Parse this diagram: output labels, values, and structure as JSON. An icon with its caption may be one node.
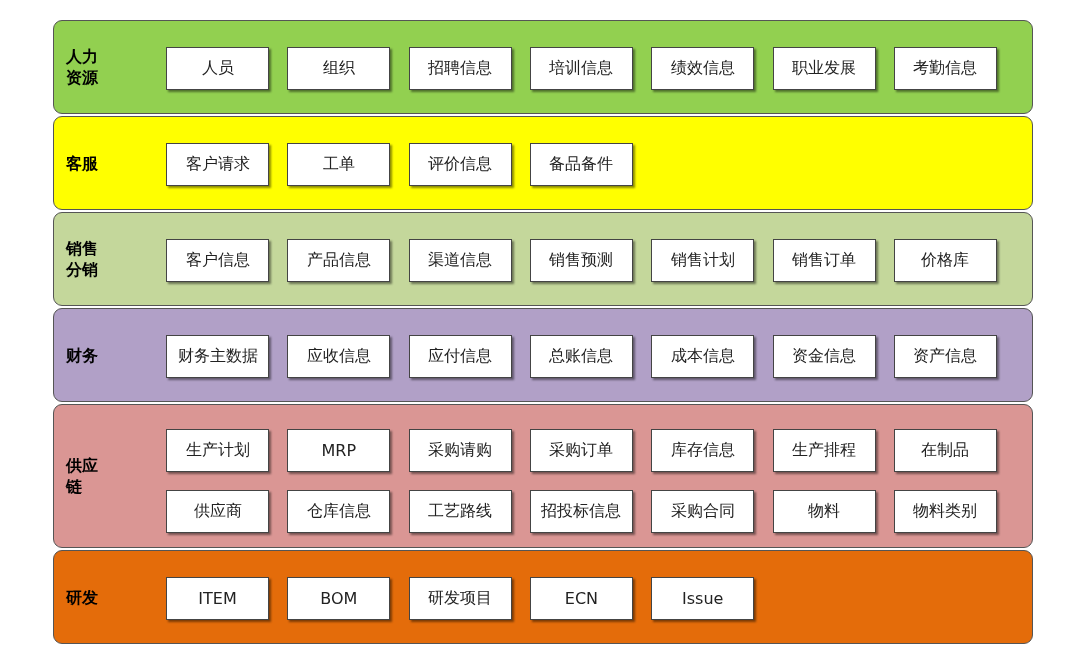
{
  "diagram": {
    "nodes": [
      {
        "text": [
          "人力资源"
        ]
      },
      {
        "text": [
          "人员"
        ],
        "in": 0
      },
      {
        "text": [
          "组织"
        ],
        "in": 0
      },
      {
        "text": [
          "招聘信息"
        ],
        "in": 0
      },
      {
        "text": [
          "培训信息"
        ],
        "in": 0
      },
      {
        "text": [
          "绩效信息"
        ],
        "in": 0
      },
      {
        "text": [
          "职业发展"
        ],
        "in": 0
      },
      {
        "text": [
          "考勤信息"
        ],
        "in": 0
      },
      {
        "text": [
          "客服"
        ]
      },
      {
        "text": [
          "客户请求"
        ],
        "in": 8
      },
      {
        "text": [
          "工单"
        ],
        "in": 8
      },
      {
        "text": [
          "评价信息"
        ],
        "in": 8
      },
      {
        "text": [
          "备品备件"
        ],
        "in": 8
      },
      {
        "text": [
          "销售分销"
        ]
      },
      {
        "text": [
          "客户信息"
        ],
        "in": 13
      },
      {
        "text": [
          "产品信息"
        ],
        "in": 13
      },
      {
        "text": [
          "渠道信息"
        ],
        "in": 13
      },
      {
        "text": [
          "销售预测"
        ],
        "in": 13
      },
      {
        "text": [
          "销售计划"
        ],
        "in": 13
      },
      {
        "text": [
          "销售订单"
        ],
        "in": 13
      },
      {
        "text": [
          "价格库"
        ],
        "in": 13
      },
      {
        "text": [
          "财务"
        ]
      },
      {
        "text": [
          "财务主数据"
        ],
        "in": 21
      },
      {
        "text": [
          "应收信息"
        ],
        "in": 21
      },
      {
        "text": [
          "应付信息"
        ],
        "in": 21
      },
      {
        "text": [
          "总账信息"
        ],
        "in": 21
      },
      {
        "text": [
          "成本信息"
        ],
        "in": 21
      },
      {
        "text": [
          "资金信息"
        ],
        "in": 21
      },
      {
        "text": [
          "资产信息"
        ],
        "in": 21
      },
      {
        "text": [
          "供应链"
        ]
      },
      {
        "text": [
          "生产计划"
        ],
        "in": 29
      },
      {
        "text": [
          "MRP"
        ],
        "in": 29
      },
      {
        "text": [
          "采购请购"
        ],
        "in": 29
      },
      {
        "text": [
          "采购订单"
        ],
        "in": 29
      },
      {
        "text": [
          "库存信息"
        ],
        "in": 29
      },
      {
        "text": [
          "生产排程"
        ],
        "in": 29
      },
      {
        "text": [
          "在制品"
        ],
        "in": 29
      },
      {
        "text": [
          "供应商"
        ],
        "in": 29
      },
      {
        "text": [
          "仓库信息"
        ],
        "in": 29
      },
      {
        "text": [
          "工艺路线"
        ],
        "in": 29
      },
      {
        "text": [
          "招投标信息"
        ],
        "in": 29
      },
      {
        "text": [
          "采购合同"
        ],
        "in": 29
      },
      {
        "text": [
          "物料"
        ],
        "in": 29
      },
      {
        "text": [
          "物料类别"
        ],
        "in": 29
      },
      {
        "text": [
          "研发"
        ]
      },
      {
        "text": [
          "ITEM"
        ],
        "in": 44
      },
      {
        "text": [
          "BOM"
        ],
        "in": 44
      },
      {
        "text": [
          "研发项目"
        ],
        "in": 44
      },
      {
        "text": [
          "ECN"
        ],
        "in": 44
      },
      {
        "text": [
          "Issue"
        ],
        "in": 44
      }
    ]
  }
}
